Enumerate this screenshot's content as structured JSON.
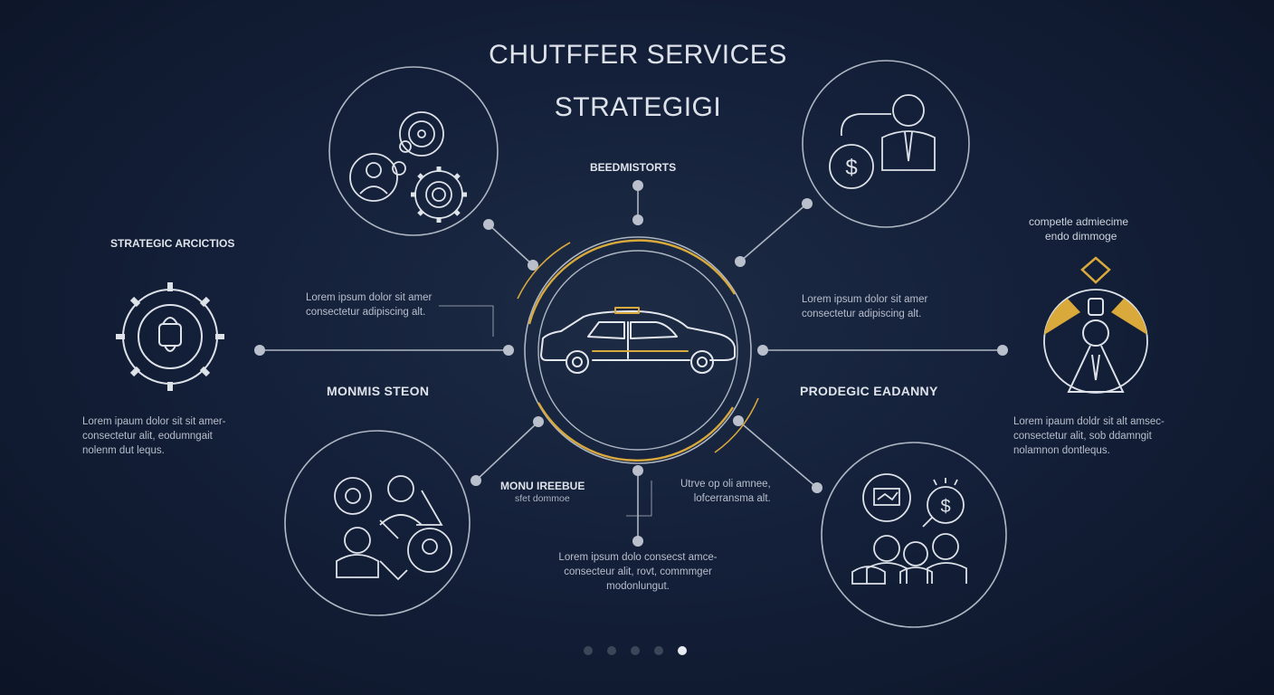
{
  "title": {
    "line1": "CHUTFFER SERVICES",
    "line2": "STRATEGIGI"
  },
  "labels": {
    "top": "BEEDMISTORTS",
    "left": "STRATEGIC ARCICTIOS",
    "center_left": "MONMIS STEON",
    "center_right": "PRODEGIC EADANNY",
    "bottom_label": "MONU IREEBUE",
    "bottom_sub": "sfet dommoe",
    "right_top_1": "competle admiecime",
    "right_top_2": "endo dimmoge"
  },
  "paragraphs": {
    "center_left": [
      "Lorem ipsum dolor sit amer",
      "consectetur adipiscing alt."
    ],
    "center_right": [
      "Lorem ipsum dolor sit amer",
      "consectetur adipiscing alt."
    ],
    "left": [
      "Lorem ipaum dolor sit sit amer-",
      "consectetur alit, eodumngait",
      "nolenm dut lequs."
    ],
    "right": [
      "Lorem ipaum doldr sit alt amsec-",
      "consectetur alit, sob ddamngit",
      "nolamnon dontlequs."
    ],
    "bottom_right": [
      "Utrve op oli amnee,",
      "lofcerransma alt."
    ],
    "bottom": [
      "Lorem ipsum dolo consecst amce-",
      "consecteur alit, rovt, commmger",
      "modonlungut."
    ]
  },
  "pager": {
    "count": 5,
    "active": 4
  },
  "colors": {
    "accent": "#d9a93c",
    "line": "#b9c0cc",
    "bg": "#14203a"
  },
  "icons": [
    "gears-people-icon",
    "manager-dollar-icon",
    "gear-lock-icon",
    "tie-compass-icon",
    "team-icon",
    "presentation-dollar-team-icon",
    "taxi-car-icon"
  ]
}
